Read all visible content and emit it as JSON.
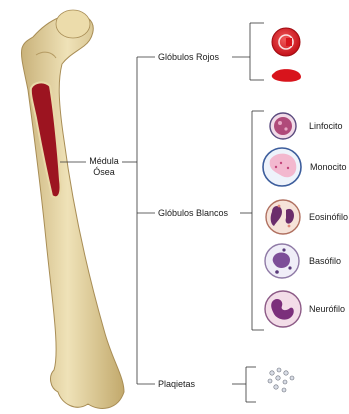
{
  "labels": {
    "medula_line1": "Médula",
    "medula_line2": "Ósea",
    "globulos_rojos": "Glóbulos Rojos",
    "globulos_blancos": "Glóbulos Blancos",
    "plaquetas": "Plaqietas"
  },
  "white_cells": [
    {
      "name": "Linfocito"
    },
    {
      "name": "Monocito"
    },
    {
      "name": "Eosinófilo"
    },
    {
      "name": "Basófilo"
    },
    {
      "name": "Neurófilo"
    }
  ],
  "colors": {
    "bone": "#e2cf9a",
    "marrow": "#9c1420",
    "red_cell": "#d8141c",
    "line": "#333333"
  }
}
